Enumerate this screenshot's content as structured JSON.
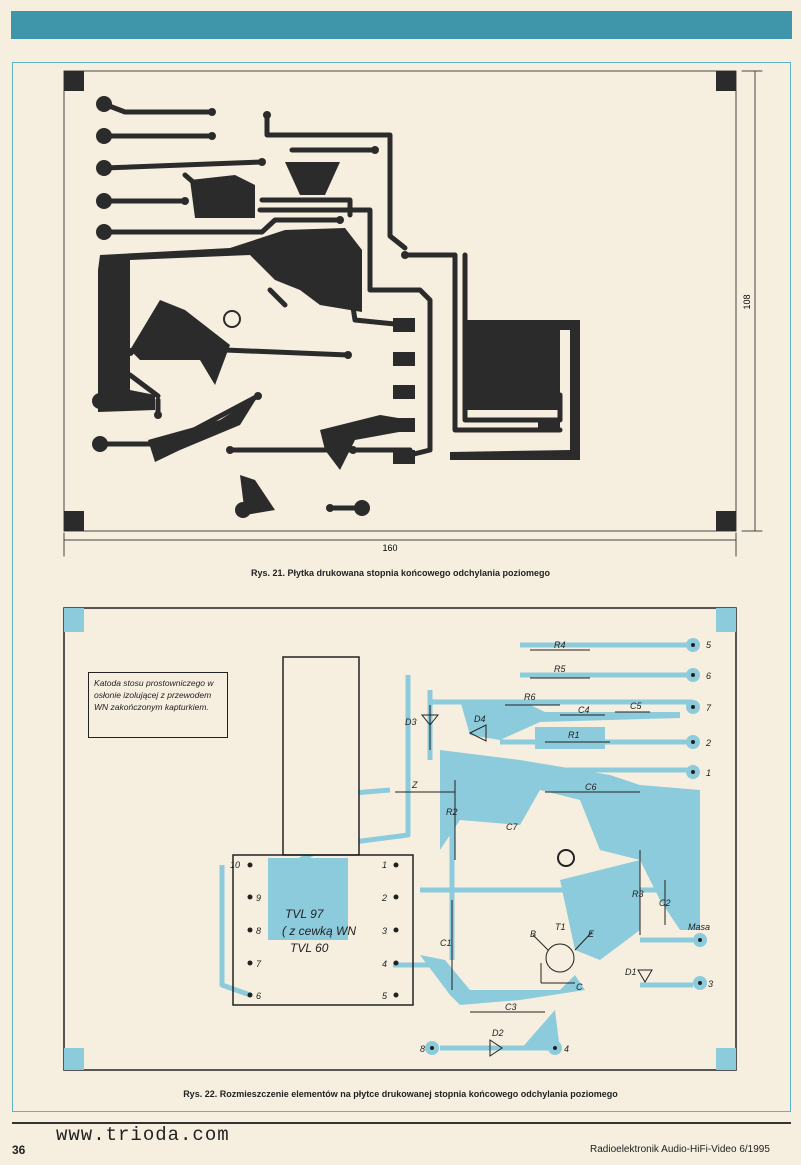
{
  "figure1": {
    "caption": "Rys. 21. Płytka drukowana stopnia końcowego odchylania poziomego",
    "dim_width": "160",
    "dim_height": "108"
  },
  "figure2": {
    "caption": "Rys. 22. Rozmieszczenie elementów na płytce drukowanej stopnia końcowego odchylania poziomego",
    "note": "Katoda stosu prostowniczego w osłonie izolującej z przewodem WN zakończonym kapturkiem.",
    "transformer": {
      "line1": "TVL 97",
      "line2": "( z cewką WN",
      "line3": "TVL 60"
    },
    "left_pins": [
      "10",
      "9",
      "8",
      "7",
      "6"
    ],
    "right_pins": [
      "1",
      "2",
      "3",
      "4",
      "5"
    ],
    "connectors": [
      "5",
      "6",
      "7",
      "2",
      "1",
      "Masa",
      "3",
      "8",
      "4"
    ],
    "components": [
      "R4",
      "R5",
      "R6",
      "C4",
      "C5",
      "R1",
      "D3",
      "D4",
      "Z",
      "R2",
      "C7",
      "C6",
      "R3",
      "C2",
      "T1",
      "B",
      "E",
      "C",
      "C1",
      "D1",
      "C3",
      "D2"
    ]
  },
  "footer": {
    "page_number": "36",
    "website": "www.trioda.com",
    "magazine": "Radioelektronik Audio-HiFi-Video 6/1995"
  },
  "colors": {
    "accent": "#3f96ab",
    "copper": "#2b2b2b",
    "layout_blue": "#8ccbdc",
    "paper": "#f6efdf"
  }
}
